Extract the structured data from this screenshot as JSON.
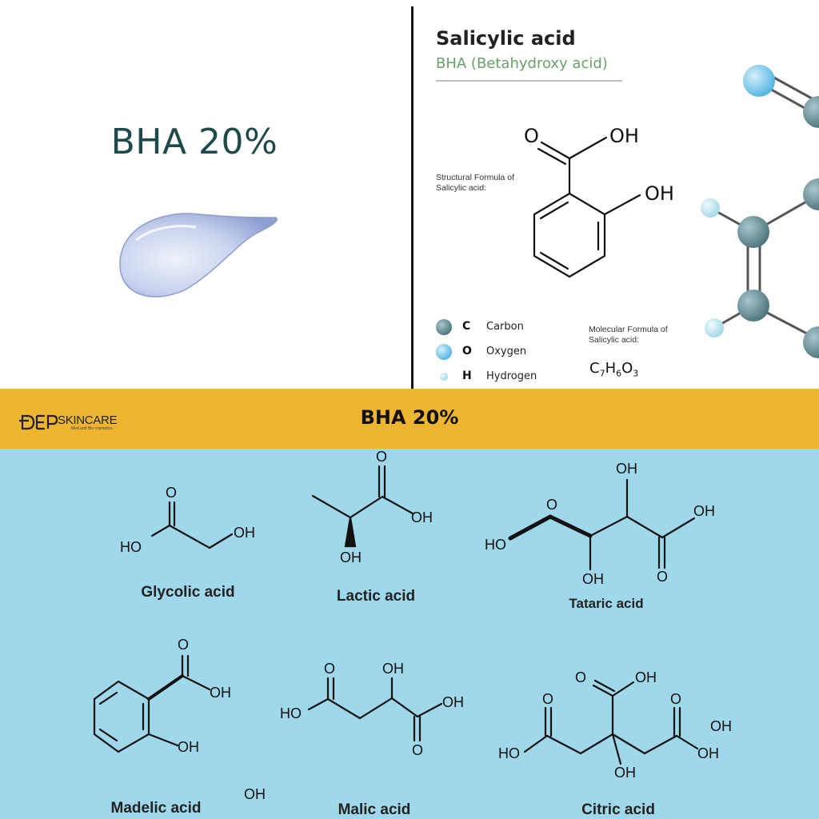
{
  "left_panel": {
    "title": "BHA 20%"
  },
  "salicylic": {
    "title": "Salicylic acid",
    "subtitle": "BHA  (Betahydroxy acid)",
    "structural_note_1": "Structural  Formula of",
    "structural_note_2": "Salicylic acid:",
    "molecular_note_1": "Molecular Formula of",
    "molecular_note_2": "Salicylic acid:",
    "formula": {
      "c": "C",
      "c_n": "7",
      "h": "H",
      "h_n": "6",
      "o": "O",
      "o_n": "3"
    },
    "labels": {
      "o": "O",
      "oh1": "OH",
      "oh2": "OH"
    },
    "legend": [
      {
        "symbol": "C",
        "name": "Carbon",
        "color": "#5f8790"
      },
      {
        "symbol": "O",
        "name": "Oxygen",
        "color": "#6fc3ea"
      },
      {
        "symbol": "H",
        "name": "Hydrogen",
        "color": "#b4e0ef"
      }
    ]
  },
  "banner": {
    "title": "BHA 20%",
    "logo_text": "SKINCARE",
    "logo_sub": "Med and Bio cosmetics",
    "color": "#eeb52f"
  },
  "acids": [
    {
      "name": "Glycolic acid"
    },
    {
      "name": "Lactic acid"
    },
    {
      "name": "Tataric acid"
    },
    {
      "name": "Madelic acid"
    },
    {
      "name": "Malic acid"
    },
    {
      "name": "Citric acid"
    }
  ],
  "atoms": {
    "O": "O",
    "OH": "OH",
    "HO": "HO"
  },
  "colors": {
    "bottom_bg": "#9fd8ea",
    "title": "#1f4a4c"
  }
}
